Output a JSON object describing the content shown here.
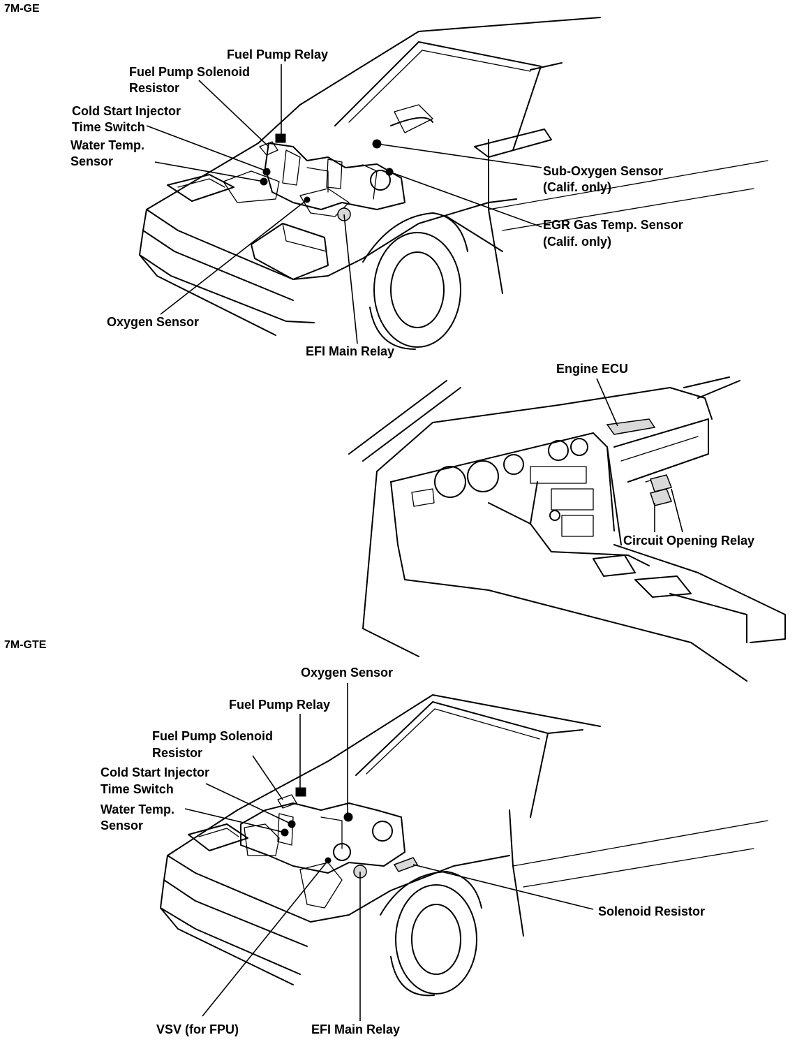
{
  "sections": {
    "top": "7M-GE",
    "bottom": "7M-GTE"
  },
  "top_labels": {
    "fuel_pump_relay": "Fuel Pump Relay",
    "fuel_pump_solenoid_resistor_1": "Fuel Pump Solenoid",
    "fuel_pump_solenoid_resistor_2": "Resistor",
    "cold_start_injector_1": "Cold Start Injector",
    "cold_start_injector_2": "Time Switch",
    "water_temp_1": "Water Temp.",
    "water_temp_2": "Sensor",
    "sub_oxygen_1": "Sub-Oxygen Sensor",
    "sub_oxygen_2": "(Calif. only)",
    "egr_1": "EGR Gas Temp. Sensor",
    "egr_2": "(Calif. only)",
    "oxygen_sensor": "Oxygen Sensor",
    "efi_main_relay": "EFI Main Relay"
  },
  "middle_labels": {
    "engine_ecu": "Engine ECU",
    "circuit_opening_relay": "Circuit Opening Relay"
  },
  "bottom_labels": {
    "oxygen_sensor": "Oxygen Sensor",
    "fuel_pump_relay": "Fuel Pump Relay",
    "fuel_pump_solenoid_resistor_1": "Fuel Pump Solenoid",
    "fuel_pump_solenoid_resistor_2": "Resistor",
    "cold_start_injector_1": "Cold Start Injector",
    "cold_start_injector_2": "Time Switch",
    "water_temp_1": "Water Temp.",
    "water_temp_2": "Sensor",
    "solenoid_resistor": "Solenoid Resistor",
    "vsv": "VSV (for FPU)",
    "efi_main_relay": "EFI Main Relay"
  }
}
